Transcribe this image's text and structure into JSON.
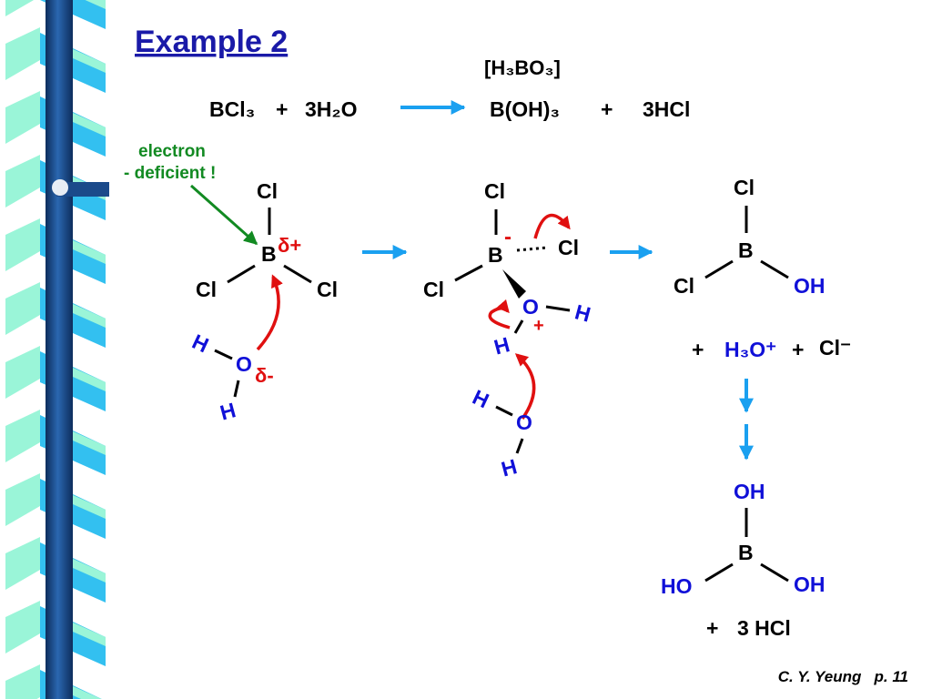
{
  "title": "Example 2",
  "colors": {
    "title": "#1a1aa8",
    "black": "#000000",
    "blue": "#1010d8",
    "red": "#e01010",
    "green": "#128a22",
    "arrow": "#1aa0f0",
    "spiral_cyan": "#33c0f0",
    "spiral_mint": "#9af5d8",
    "pole": "#1b4a8a"
  },
  "equation": {
    "reactant1": "BCl₃",
    "plus1": "+",
    "reactant2": "3H₂O",
    "product_note": "[H₃BO₃]",
    "product1": "B(OH)₃",
    "plus2": "+",
    "product2": "3HCl"
  },
  "annotation": {
    "line1": "electron",
    "line2": "- deficient !"
  },
  "step1": {
    "cl_top": "Cl",
    "boron": "B",
    "delta_plus": "δ+",
    "cl_left": "Cl",
    "cl_right": "Cl",
    "h_top": "H",
    "oxygen": "O",
    "delta_minus": "δ-",
    "h_bottom": "H"
  },
  "step2": {
    "cl_top": "Cl",
    "minus": "-",
    "boron": "B",
    "cl_right": "Cl",
    "cl_left": "Cl",
    "oxygen": "O",
    "h_right": "H",
    "plus": "+",
    "h_bridge": "H",
    "water_h_top": "H",
    "water_o": "O",
    "water_h_bottom": "H"
  },
  "step3": {
    "cl_top": "Cl",
    "boron": "B",
    "cl_left": "Cl",
    "oh_right": "OH",
    "byproducts": {
      "plus1": "+",
      "hydronium": "H₃O⁺",
      "plus2": "+",
      "chloride": "Cl⁻"
    }
  },
  "final": {
    "oh_top": "OH",
    "boron": "B",
    "ho_left": "HO",
    "oh_right": "OH",
    "plus": "+",
    "hcl": "3 HCl"
  },
  "footer": "C. Y. Yeung   p. 11"
}
